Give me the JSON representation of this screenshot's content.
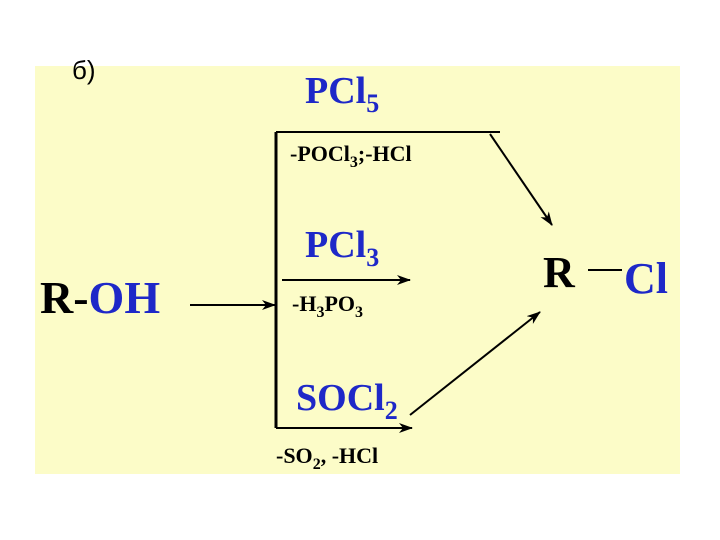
{
  "panel_label": "б)",
  "reactant": {
    "r": "R-",
    "group": "OH"
  },
  "product": {
    "r": "R",
    "group": "Cl"
  },
  "reagents": [
    {
      "name": "PCl",
      "sub": "5",
      "byproduct_parts": [
        "-POCl",
        "3",
        ";-HCl"
      ]
    },
    {
      "name": "PCl",
      "sub": "3",
      "byproduct_parts": [
        "-H",
        "3",
        "PO",
        "3"
      ]
    },
    {
      "name": "SOCl",
      "sub": "2",
      "byproduct_parts": [
        "-SO",
        "2",
        ", -HCl"
      ]
    }
  ],
  "colors": {
    "background_panel": "#FCFCC8",
    "reagent_blue": "#1E28C8",
    "product_blue": "#1E28C8",
    "hydroxyl_blue": "#1E28C8",
    "text_black": "#000000",
    "line_black": "#000000"
  }
}
